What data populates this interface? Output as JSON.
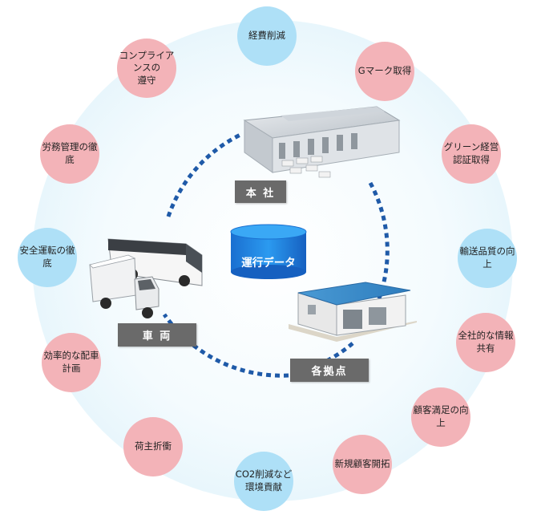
{
  "hub": {
    "headquarters_label": "本 社",
    "vehicles_label": "車 両",
    "branches_label": "各拠点",
    "database_label": "運行データ"
  },
  "benefits": [
    {
      "label": "経費削減",
      "tone": "blue"
    },
    {
      "label": "Gマーク取得",
      "tone": "pink"
    },
    {
      "label": "グリーン経営\n認証取得",
      "tone": "pink"
    },
    {
      "label": "輸送品質の向上",
      "tone": "blue"
    },
    {
      "label": "全社的な情報共有",
      "tone": "pink"
    },
    {
      "label": "顧客満足の向上",
      "tone": "pink"
    },
    {
      "label": "新規顧客開拓",
      "tone": "pink"
    },
    {
      "label": "CO2削減など\n環境貢献",
      "tone": "blue"
    },
    {
      "label": "荷主折衝",
      "tone": "pink"
    },
    {
      "label": "効率的な配車計画",
      "tone": "pink"
    },
    {
      "label": "安全運転の徹底",
      "tone": "blue"
    },
    {
      "label": "労務管理の徹底",
      "tone": "pink"
    },
    {
      "label": "コンプライアンスの\n遵守",
      "tone": "pink"
    }
  ],
  "colors": {
    "pink": "#f3b3b8",
    "blue": "#aee0f7",
    "ring": "#1f5aa8",
    "label_box": "#6a6a6a",
    "halo": "#eef8fd"
  },
  "icons": [
    "warehouse-icon",
    "bus-icon",
    "truck-icon",
    "depot-building-icon",
    "database-cylinder-icon"
  ]
}
